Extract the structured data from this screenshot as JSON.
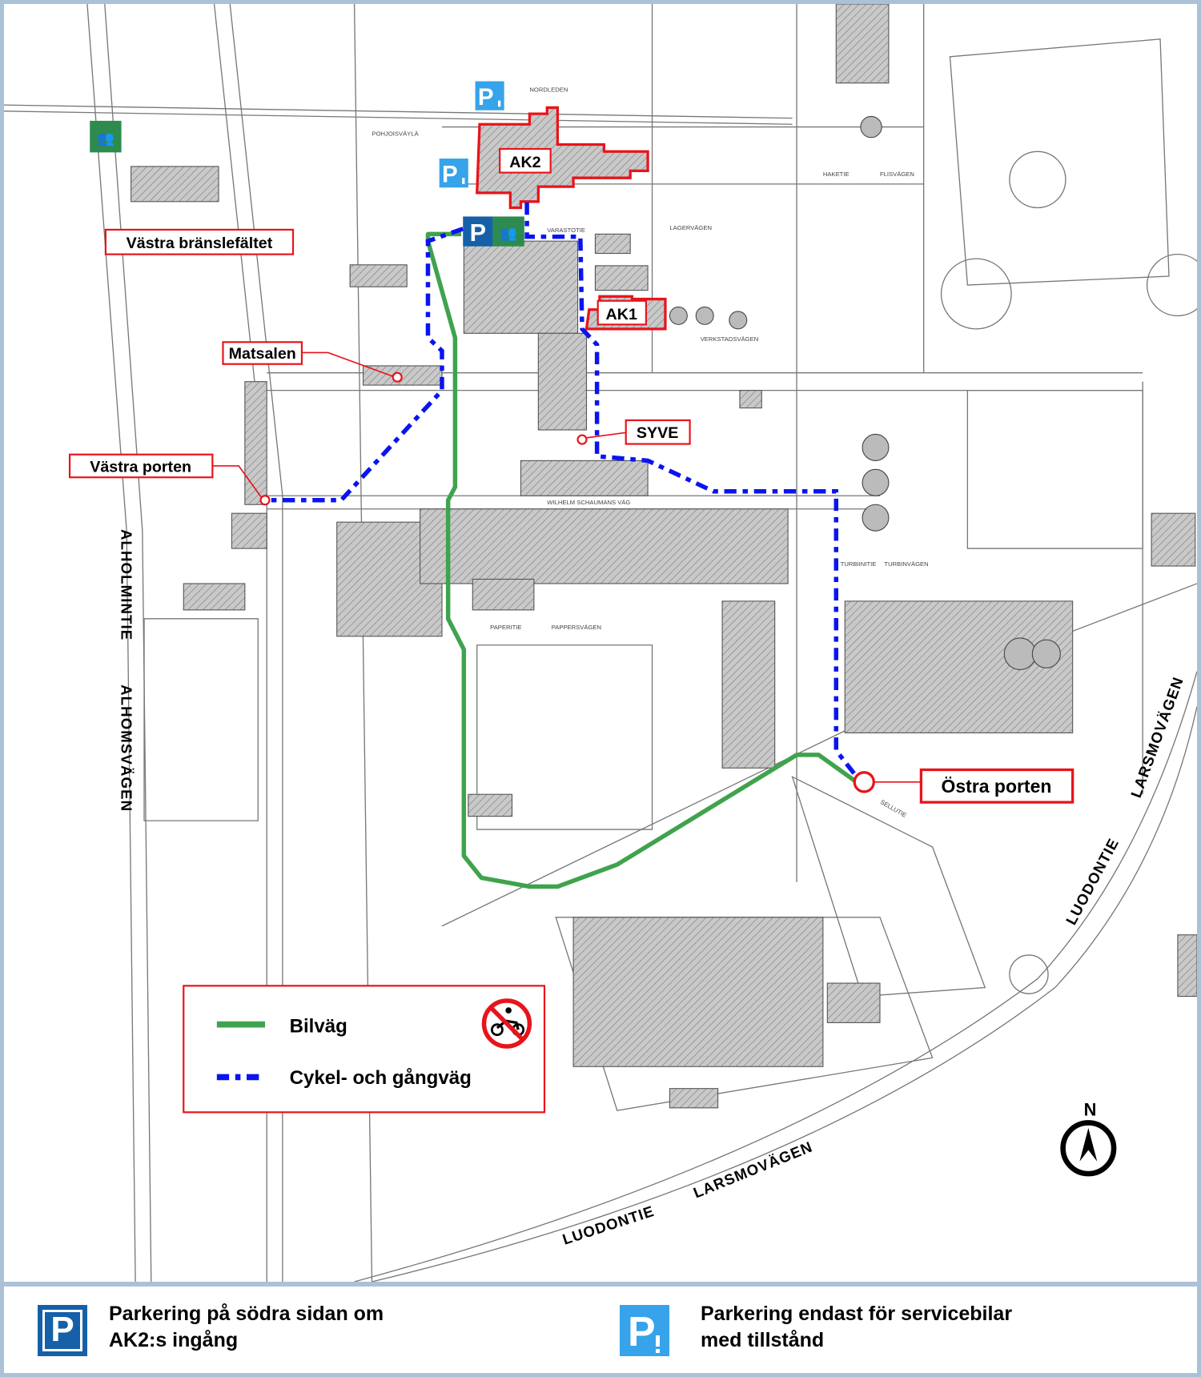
{
  "map": {
    "labels": {
      "vastra_branslefaltet": "Västra bränslefältet",
      "matsalen": "Matsalen",
      "vastra_porten": "Västra porten",
      "syve": "SYVE",
      "ostra_porten": "Östra porten",
      "ak2": "AK2",
      "ak1": "AK1"
    },
    "roads": {
      "alholmintie": "ALHOLMINTIE",
      "alhomsvagen": "ALHOMSVÄGEN",
      "luodontie_bottom": "LUODONTIE",
      "larsmovagen_bottom": "LARSMOVÄGEN",
      "luodontie_right": "LUODONTIE",
      "larsmovagen_right": "LARSMOVÄGEN",
      "pohjoisvayla": "POHJOISVÄYLÄ",
      "nordleden": "NORDLEDEN",
      "varastotie": "VARASTOTIE",
      "lagervagen": "LAGERVÄGEN",
      "verkstadsvagen": "VERKSTADSVÄGEN",
      "wilhelm": "WILHELM SCHAUMANS VÄG",
      "papertie": "PAPERITIE",
      "pappersvagen": "PAPPERSVÄGEN",
      "turbiinitie": "TURBIINITIE",
      "turbinvagen": "TURBINVÄGEN",
      "haketie": "HAKETIE",
      "flisvagen": "FLISVÄGEN",
      "sellutie": "SELLUTIE"
    },
    "legend": {
      "car_road": "Bilväg",
      "bike_walk": "Cykel- och gångväg"
    },
    "compass": "N",
    "colors": {
      "car_road": "#3fa34d",
      "bike_walk": "#0a14f0",
      "highlight": "#e8141b",
      "parking_dark": "#1560a8",
      "parking_light": "#36a3ea",
      "assembly": "#2e8b4f",
      "frame": "#abc2d6"
    }
  },
  "bottom_legend": {
    "parking_main": "Parkering på södra sidan om AK2:s ingång",
    "parking_main_line1": "Parkering på södra sidan om",
    "parking_main_line2": "AK2:s ingång",
    "parking_service_line1": "Parkering endast för servicebilar",
    "parking_service_line2": "med tillstånd"
  }
}
